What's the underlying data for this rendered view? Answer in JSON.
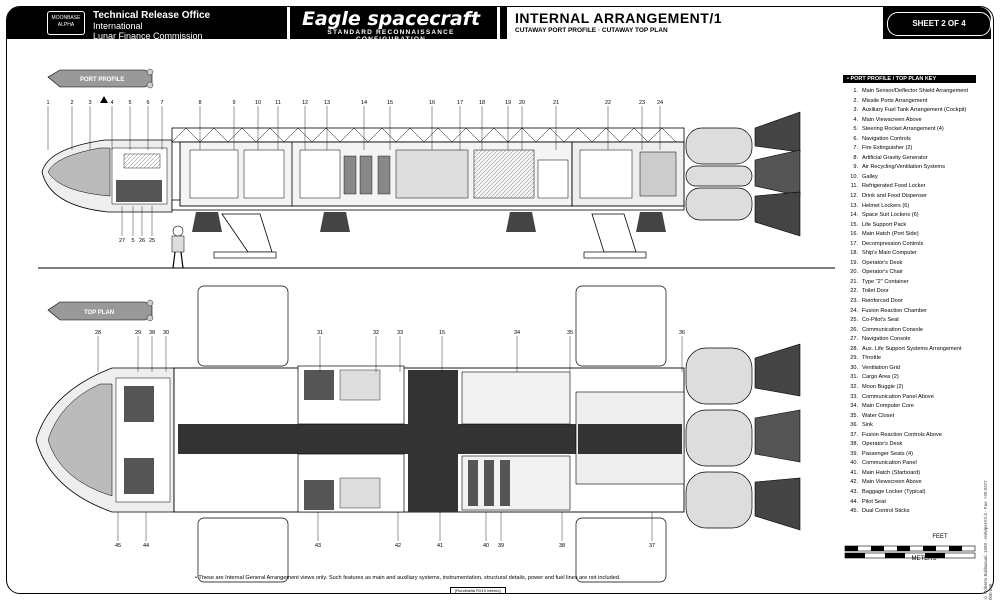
{
  "header": {
    "org_line1": "Technical Release Office",
    "org_line2": "International",
    "org_line3": "Lunar Finance Commission",
    "logo_text": "MOONBASE ALPHA",
    "title": "Eagle spacecraft",
    "subtitle": "STANDARD RECONNAISSANCE CONFIGURATION",
    "arrangement": "INTERNAL ARRANGEMENT/1",
    "arrangement_sub": "CUTAWAY PORT PROFILE · CUTAWAY TOP PLAN",
    "sheet": "SHEET 2 OF 4"
  },
  "views": {
    "port_profile": "PORT PROFILE",
    "top_plan": "TOP PLAN"
  },
  "callouts_profile_top": [
    "1",
    "2",
    "3",
    "4",
    "5",
    "6",
    "7",
    "8",
    "9",
    "10",
    "11",
    "12",
    "13",
    "14",
    "15",
    "16",
    "17",
    "18",
    "19",
    "20",
    "21",
    "22",
    "23",
    "24"
  ],
  "callouts_profile_bottom": [
    "27",
    "5",
    "26",
    "25"
  ],
  "callouts_plan_top": [
    "28",
    "29",
    "38",
    "30",
    "31",
    "32",
    "33",
    "15",
    "34",
    "35",
    "36"
  ],
  "callouts_plan_bottom": [
    "45",
    "44",
    "43",
    "42",
    "41",
    "40",
    "39",
    "38",
    "37"
  ],
  "key": {
    "heading": "• PORT PROFILE / TOP PLAN KEY",
    "items": [
      "Main Sensor/Deflector Shield Arrangement",
      "Missile Ports Arrangement",
      "Auxiliary Fuel Tank Arrangement (Cockpit)",
      "Main Viewscreen Above",
      "Steering Rocket Arrangement (4)",
      "Navigation Controls",
      "Fire Extinguisher (2)",
      "Artificial Gravity Generator",
      "Air Recycling/Ventilation Systems",
      "Galley",
      "Refrigerated Food Locker",
      "Drink and Food Dispenser",
      "Helmet Lockers (6)",
      "Space Suit Lockers (6)",
      "Life Support Pack",
      "Main Hatch (Port Side)",
      "Decompression Controls",
      "Ship's Main Computer",
      "Operator's Desk",
      "Operator's Chair",
      "Type \"2\" Container",
      "Toilet Door",
      "Reinforced Door",
      "Fusion Reaction Chamber",
      "Co-Pilot's Seat",
      "Communication Console",
      "Navigation Console",
      "Aux. Life Support Systems Arrangement",
      "Throttle",
      "Ventilation Grid",
      "Cargo Area (2)",
      "Moon Buggie (2)",
      "Communication Panel Above",
      "Main Computer Core",
      "Water Closet",
      "Sink",
      "Fusion Reaction Controls Above",
      "Operator's Desk",
      "Passenger Seats (4)",
      "Communication Panel",
      "Main Hatch (Starboard)",
      "Main Viewscreen Above",
      "Baggage Locker (Typical)",
      "Pilot Seat",
      "Dual Control Sticks"
    ]
  },
  "scale": {
    "feet": "FEET",
    "meters": "METERS"
  },
  "credit": "© Roberto Baldassari, 1999 · redviperXX.it · Fax: +39 0377 000 000",
  "footnote": "• These are Internal General Arrangement views only. Such features as main and auxiliary systems, instrumentation, structural details, power and fuel lines are not included.",
  "footer_tag": "[Rondinella RX10 interno]"
}
